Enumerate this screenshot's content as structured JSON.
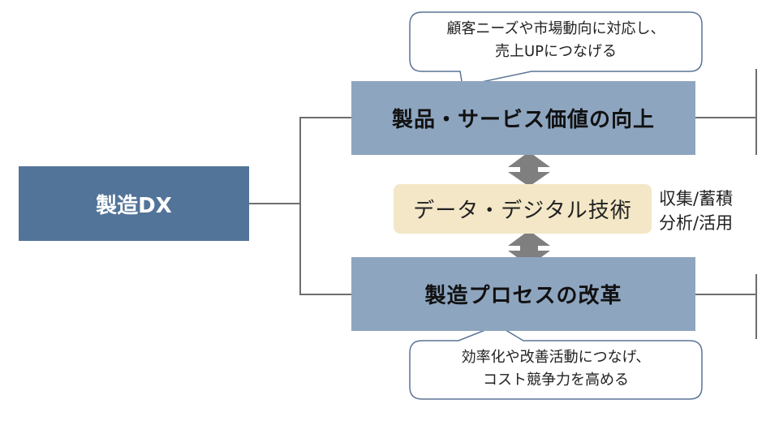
{
  "diagram": {
    "root": {
      "label": "製造DX",
      "color": "#537499"
    },
    "branches": [
      {
        "label": "製品・サービス価値の向上",
        "color": "#8ea5c0",
        "callout": [
          "顧客ニーズや市場動向に対応し、",
          "売上UPにつなげる"
        ]
      },
      {
        "label": "製造プロセスの改革",
        "color": "#8ea5c0",
        "callout": [
          "効率化や改善活動につなげ、",
          "コスト競争力を高める"
        ]
      }
    ],
    "core": {
      "label": "データ・デジタル技術",
      "color": "#f3e7c7",
      "side_labels": [
        "収集/蓄積",
        "分析/活用"
      ]
    },
    "connector_color": "#6e6e6e",
    "arrow_color": "#7f7f7f",
    "callout_border_color": "#5a7495"
  }
}
